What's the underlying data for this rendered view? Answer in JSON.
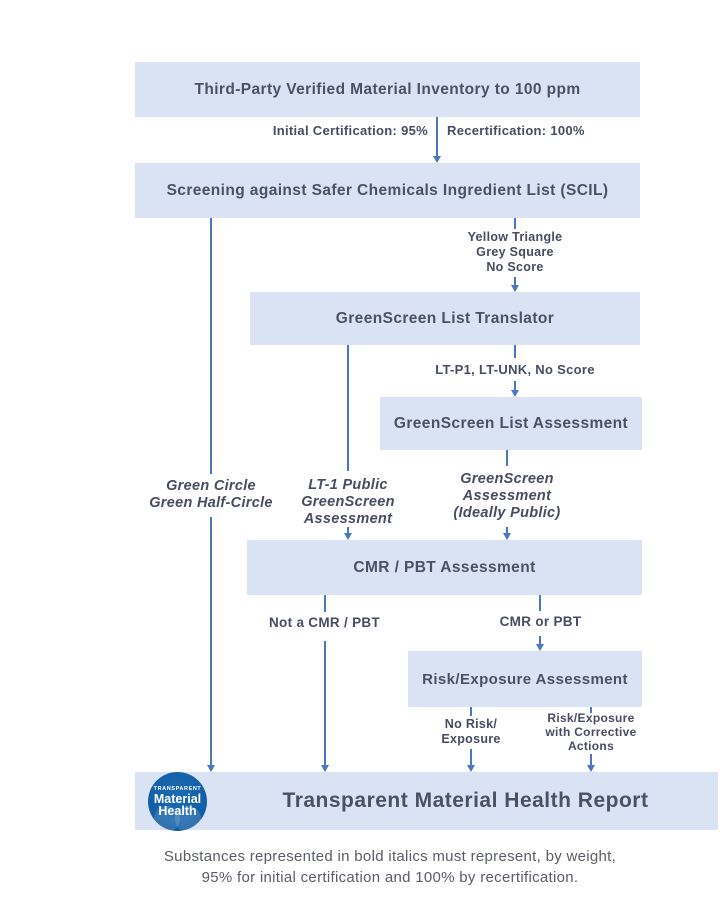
{
  "palette": {
    "box_bg": "#dae3f3",
    "box_text": "#4b5067",
    "connector": "#4a77c4",
    "label_text": "#474c61",
    "footer_text": "#5a5c66",
    "logo_bg": "#1460a8",
    "logo_text": "#ffffff"
  },
  "boxes": {
    "inventory": "Third-Party Verified Material Inventory to 100 ppm",
    "screening": "Screening against Safer Chemicals Ingredient List (SCIL)",
    "translator": "GreenScreen List Translator",
    "list_assessment": "GreenScreen List Assessment",
    "cmr_pbt": "CMR / PBT Assessment",
    "risk_exposure": "Risk/Exposure Assessment",
    "report": "Transparent Material Health Report"
  },
  "edge_labels": {
    "initial_cert": "Initial Certification: 95%",
    "recert": "Recertification: 100%",
    "scil_out": [
      "Yellow Triangle",
      "Grey Square",
      "No Score"
    ],
    "translator_out": "LT-P1, LT-UNK, No Score",
    "green_path": [
      "Green Circle",
      "Green Half-Circle"
    ],
    "lt1_path": [
      "LT-1 Public",
      "GreenScreen",
      "Assessment"
    ],
    "gs_assessment_path": [
      "GreenScreen",
      "Assessment",
      "(Ideally Public)"
    ],
    "not_cmr": "Not a CMR / PBT",
    "cmr_or_pbt": "CMR or PBT",
    "no_risk": [
      "No Risk/",
      "Exposure"
    ],
    "risk_corrective": [
      "Risk/Exposure",
      "with Corrective",
      "Actions"
    ]
  },
  "logo": {
    "top": "TRANSPARENT",
    "mid": "Material",
    "bottom": "Health"
  },
  "footer": [
    "Substances represented in bold italics must represent, by weight,",
    "95% for initial certification and 100% by recertification."
  ]
}
